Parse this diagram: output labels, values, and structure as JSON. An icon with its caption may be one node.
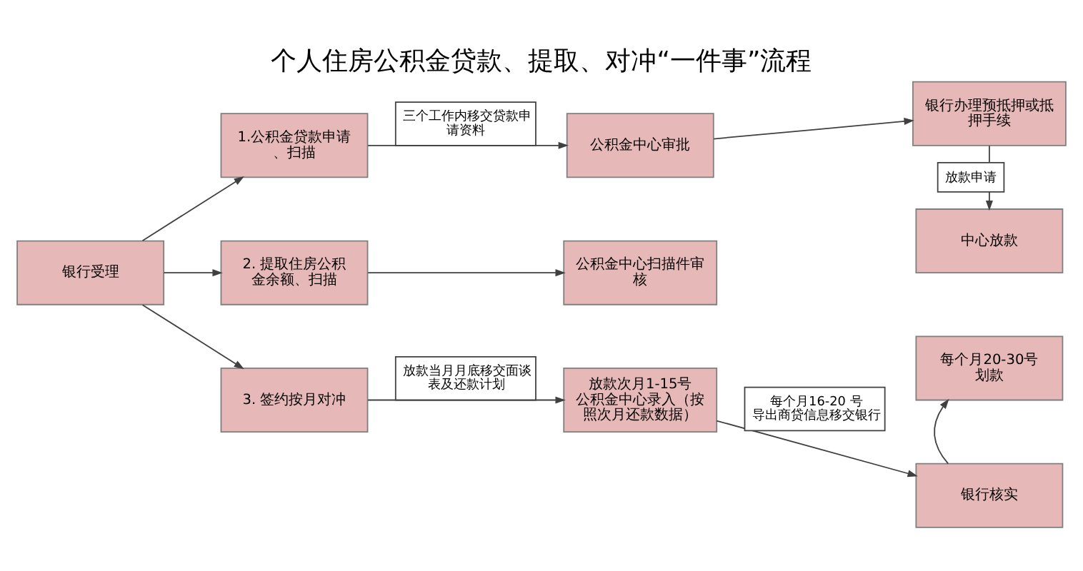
{
  "diagram": {
    "title": "个人住房公积金贷款、提取、对冲“一件事”流程",
    "nodes": [
      {
        "text": [
          "银行受理"
        ]
      },
      {
        "text": [
          "1.公积金贷款申请、扫描"
        ]
      },
      {
        "text": [
          "公积金中心审批"
        ]
      },
      {
        "text": [
          "银行办理预抵押或抵押手续"
        ]
      },
      {
        "text": [
          "2. 提取住房公积金余额、扫描"
        ]
      },
      {
        "text": [
          "公积金中心扫描件审核"
        ]
      },
      {
        "text": [
          "中心放款"
        ]
      },
      {
        "text": [
          "每个月20-30号划款"
        ]
      },
      {
        "text": [
          "3. 签约按月对冲"
        ]
      },
      {
        "text": [
          "放款次月1-15号公积金中心录入（按照次月还款数据）"
        ]
      },
      {
        "text": [
          "银行核实"
        ]
      }
    ],
    "edges": [
      {
        "from": 0,
        "to": 1,
        "arrow": "to"
      },
      {
        "from": 0,
        "to": 4,
        "arrow": "to"
      },
      {
        "from": 0,
        "to": 8,
        "arrow": "to"
      },
      {
        "from": 1,
        "to": 2,
        "arrow": "to",
        "label": "三个工作内移交贷款申请资料"
      },
      {
        "from": 2,
        "to": 3,
        "arrow": "to"
      },
      {
        "from": 3,
        "to": 6,
        "arrow": "to",
        "label": "放款申请"
      },
      {
        "from": 4,
        "to": 5,
        "arrow": "to"
      },
      {
        "from": 8,
        "to": 9,
        "arrow": "to",
        "label": "放款当月月底移交面谈表及还款计划"
      },
      {
        "from": 9,
        "to": 10,
        "arrow": "to",
        "label": "每个月16-20 号导出商贷信息移交银行"
      },
      {
        "from": 10,
        "to": 7,
        "arrow": "to"
      }
    ]
  }
}
